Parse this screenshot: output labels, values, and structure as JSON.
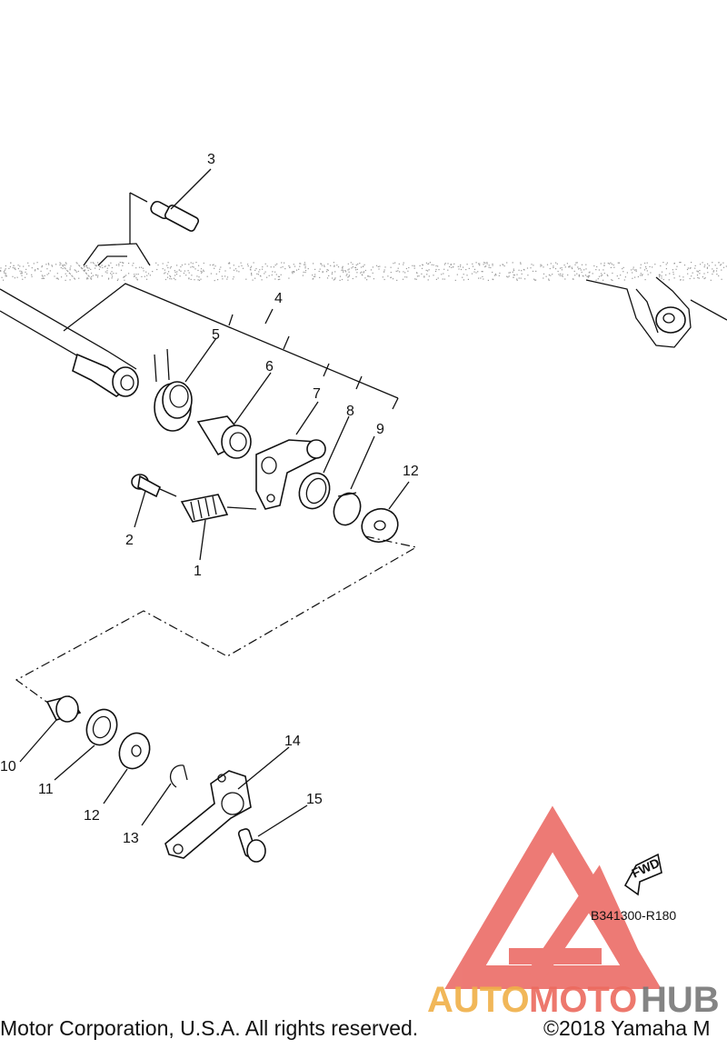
{
  "callouts": [
    "1",
    "2",
    "3",
    "4",
    "5",
    "6",
    "7",
    "8",
    "9",
    "10",
    "11",
    "12",
    "12",
    "13",
    "14",
    "15"
  ],
  "diagram_code": "B341300-R180",
  "fwd_label": "FWD",
  "watermark": {
    "auto": "AUTO",
    "moto": "MOTO",
    "hub": "HUB",
    "colors": {
      "triangle": "#e8564f",
      "auto": "#f0b048",
      "moto": "#ec6a5e",
      "hub": "#777777"
    }
  },
  "copyright_left": "Motor Corporation, U.S.A. All rights reserved.",
  "copyright_right": "©2018 Yamaha M"
}
